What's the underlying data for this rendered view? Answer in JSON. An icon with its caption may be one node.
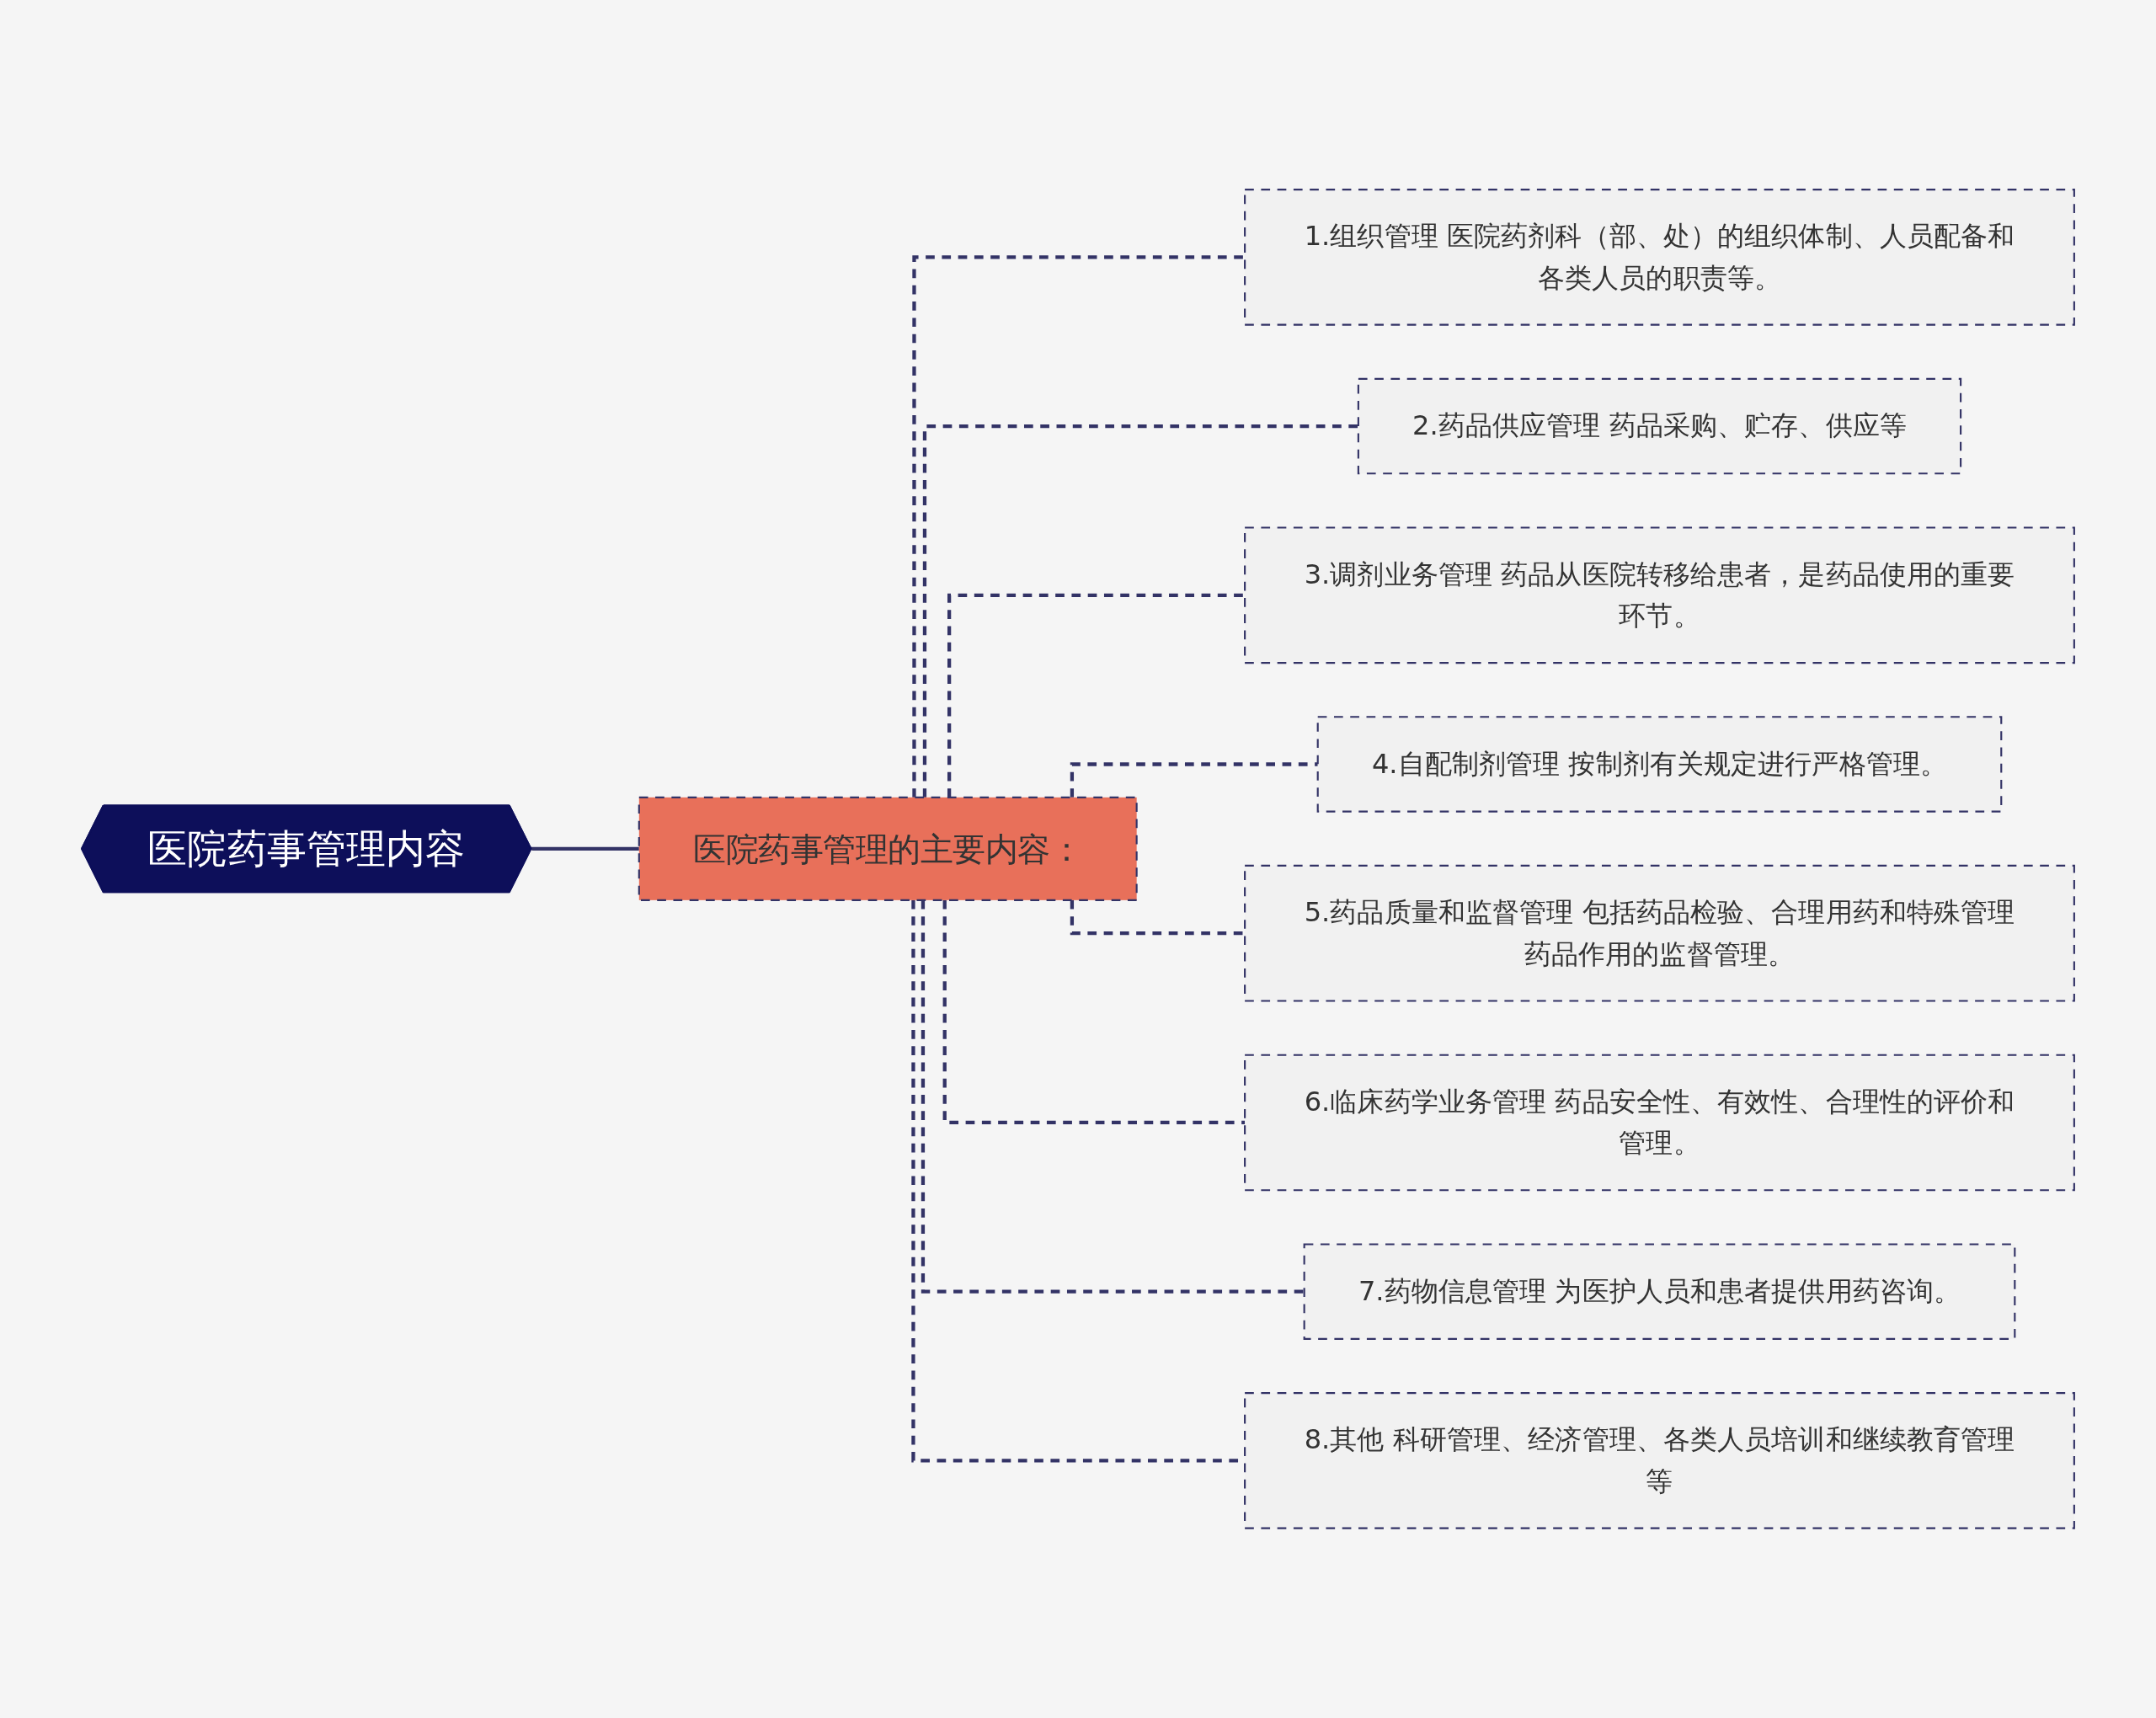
{
  "diagram": {
    "nodes": [
      {
        "text": [
          "医院药事管理内容"
        ]
      },
      {
        "text": [
          "医院药事管理的主要内容："
        ]
      },
      {
        "text": [
          "1.组织管理 医院药剂科（部、处）的组织体制、人员配备和各类人员的职责等。"
        ]
      },
      {
        "text": [
          "2.药品供应管理 药品采购、贮存、供应等"
        ]
      },
      {
        "text": [
          "3.调剂业务管理 药品从医院转移给患者，是药品使用的重要环节。"
        ]
      },
      {
        "text": [
          "4.自配制剂管理 按制剂有关规定进行严格管理。"
        ]
      },
      {
        "text": [
          "5.药品质量和监督管理 包括药品检验、合理用药和特殊管理药品作用的监督管理。"
        ]
      },
      {
        "text": [
          "6.临床药学业务管理 药品安全性、有效性、合理性的评价和管理。"
        ]
      },
      {
        "text": [
          "7.药物信息管理 为医护人员和患者提供用药咨询。"
        ]
      },
      {
        "text": [
          "8.其他 科研管理、经济管理、各类人员培训和继续教育管理等"
        ]
      }
    ],
    "edges": [
      {
        "from": 0,
        "to": 1,
        "arrow": "none"
      },
      {
        "from": 1,
        "to": 2,
        "arrow": "none",
        "style": "dashed"
      },
      {
        "from": 1,
        "to": 3,
        "arrow": "none",
        "style": "dashed"
      },
      {
        "from": 1,
        "to": 4,
        "arrow": "none",
        "style": "dashed"
      },
      {
        "from": 1,
        "to": 5,
        "arrow": "none",
        "style": "dashed"
      },
      {
        "from": 1,
        "to": 6,
        "arrow": "none",
        "style": "dashed"
      },
      {
        "from": 1,
        "to": 7,
        "arrow": "none",
        "style": "dashed"
      },
      {
        "from": 1,
        "to": 8,
        "arrow": "none",
        "style": "dashed"
      },
      {
        "from": 1,
        "to": 9,
        "arrow": "none",
        "style": "dashed"
      }
    ]
  }
}
